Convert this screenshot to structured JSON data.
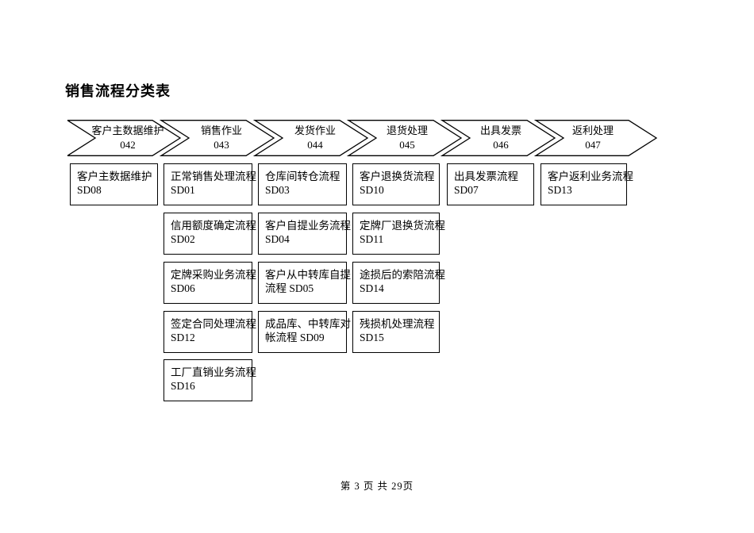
{
  "page": {
    "title": "销售流程分类表",
    "footer": "第 3 页 共 29页",
    "colors": {
      "ink": "#000000",
      "paper": "#ffffff"
    }
  },
  "stages": [
    {
      "label": "客户主数据维护",
      "code": "042"
    },
    {
      "label": "销售作业",
      "code": "043"
    },
    {
      "label": "发货作业",
      "code": "044"
    },
    {
      "label": "退货处理",
      "code": "045"
    },
    {
      "label": "出具发票",
      "code": "046"
    },
    {
      "label": "返利处理",
      "code": "047"
    }
  ],
  "process_columns": [
    {
      "stage_code": "042",
      "boxes": [
        {
          "line1": "客户主数据维护",
          "line2": "SD08"
        }
      ]
    },
    {
      "stage_code": "043",
      "boxes": [
        {
          "line1": "正常销售处理流程",
          "line2": "SD01"
        },
        {
          "line1": "信用额度确定流程",
          "line2": "SD02"
        },
        {
          "line1": "定牌采购业务流程",
          "line2": "SD06"
        },
        {
          "line1": "签定合同处理流程",
          "line2": "SD12"
        },
        {
          "line1": "工厂直销业务流程",
          "line2": "SD16"
        }
      ]
    },
    {
      "stage_code": "044",
      "boxes": [
        {
          "line1": "仓库间转仓流程",
          "line2": "SD03"
        },
        {
          "line1": "客户自提业务流程",
          "line2": "SD04"
        },
        {
          "line1": "客户从中转库自提",
          "line2": "流程 SD05"
        },
        {
          "line1": "成品库、中转库对",
          "line2": "帐流程 SD09"
        }
      ]
    },
    {
      "stage_code": "045",
      "boxes": [
        {
          "line1": "客户退换货流程",
          "line2": "SD10"
        },
        {
          "line1": "定牌厂退换货流程",
          "line2": "SD11"
        },
        {
          "line1": "途损后的索陪流程",
          "line2": "SD14"
        },
        {
          "line1": "残损机处理流程",
          "line2": "SD15"
        }
      ]
    },
    {
      "stage_code": "046",
      "boxes": [
        {
          "line1": "出具发票流程",
          "line2": "SD07"
        }
      ]
    },
    {
      "stage_code": "047",
      "boxes": [
        {
          "line1": "客户返利业务流程",
          "line2": "SD13"
        }
      ]
    }
  ]
}
